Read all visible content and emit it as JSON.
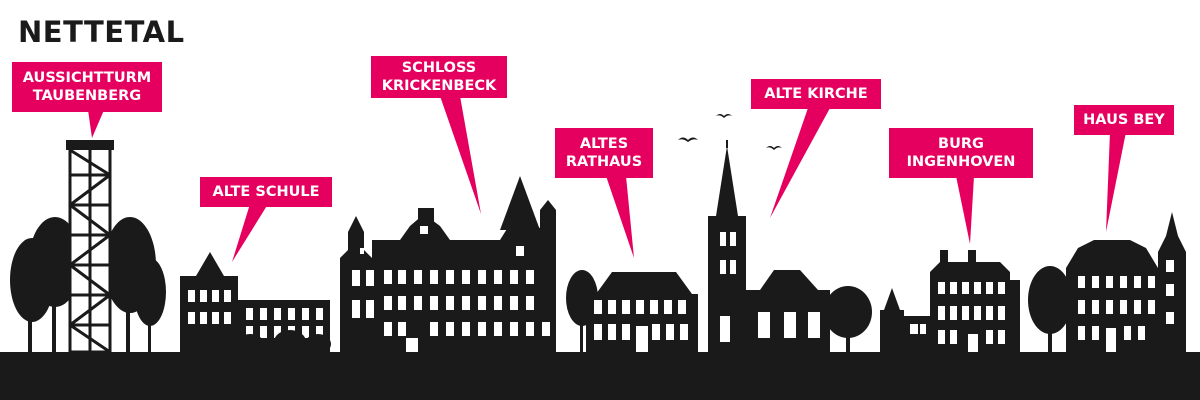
{
  "title": "NETTETAL",
  "colors": {
    "accent": "#e5005f",
    "silhouette": "#1a1a1a",
    "background": "#ffffff"
  },
  "landmarks": [
    {
      "label": "AUSSICHTTURM\nTAUBENBERG"
    },
    {
      "label": "ALTE SCHULE"
    },
    {
      "label": "SCHLOSS\nKRICKENBECK"
    },
    {
      "label": "ALTES\nRATHAUS"
    },
    {
      "label": "ALTE KIRCHE"
    },
    {
      "label": "BURG\nINGENHOVEN"
    },
    {
      "label": "HAUS BEY"
    }
  ]
}
